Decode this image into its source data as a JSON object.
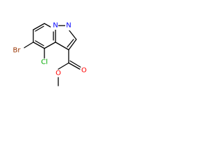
{
  "molecule": {
    "atoms": {
      "n1": "N",
      "n2": "N",
      "br": "Br",
      "cl": "Cl",
      "o_carbonyl": "O",
      "o_ester": "O"
    },
    "colors": {
      "bond": "#000000",
      "nitrogen": "#0000ff",
      "oxygen": "#ff0000",
      "bromine": "#993300",
      "chlorine": "#00aa00"
    }
  }
}
